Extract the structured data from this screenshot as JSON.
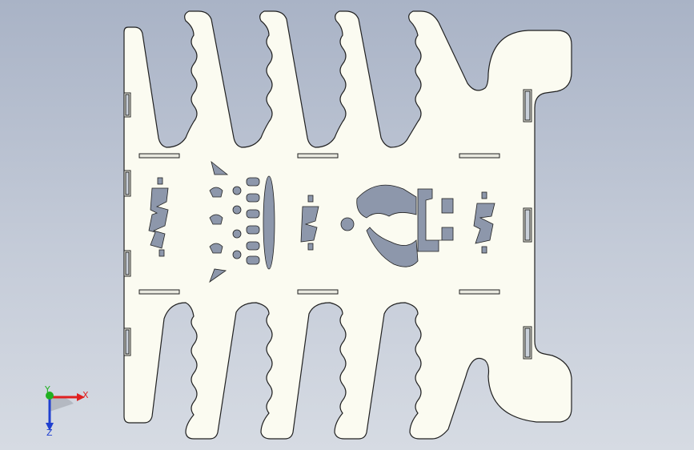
{
  "viewport": {
    "background_top": "#a9b3c6",
    "background_bottom": "#d6dbe3"
  },
  "part": {
    "face_color": "#fbfbf1",
    "edge_color": "#202020",
    "cutout_shade": "#8d97ab"
  },
  "triad": {
    "x_label": "X",
    "y_label": "Y",
    "z_label": "Z",
    "x_color": "#e02020",
    "y_color": "#20b020",
    "z_color": "#2040d0"
  }
}
